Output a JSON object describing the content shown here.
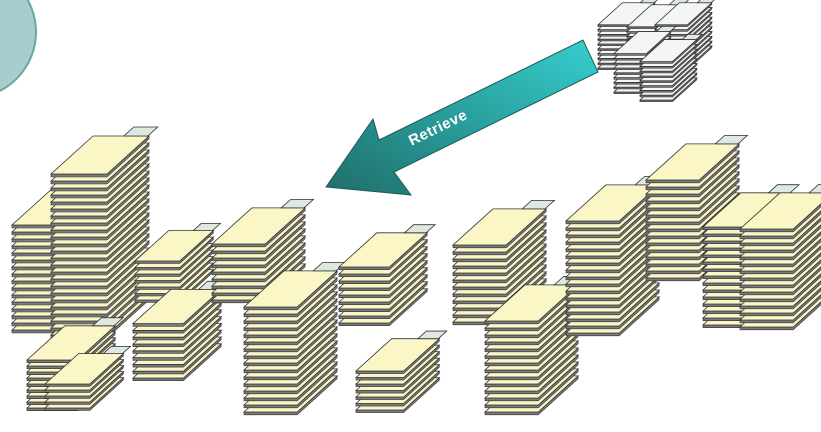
{
  "diagram": {
    "arrow": {
      "label": "Retrieve"
    },
    "colors": {
      "accent_circle": "#a9cccc",
      "accent_circle_border": "#6fa5a5",
      "arrow_dark": "#1f6e6a",
      "arrow_light": "#35cfcf",
      "doc_tan": "#fbf6c6",
      "doc_white": "#f4f6f4",
      "doc_line": "#333333",
      "tab": "#dce8e0"
    },
    "document_stacks": [
      {
        "id": 1,
        "tint": "tan",
        "pages": 16
      },
      {
        "id": 2,
        "tint": "tan",
        "pages": 24
      },
      {
        "id": 3,
        "tint": "tan",
        "pages": 7
      },
      {
        "id": 4,
        "tint": "tan",
        "pages": 9
      },
      {
        "id": 5,
        "tint": "tan",
        "pages": 9
      },
      {
        "id": 6,
        "tint": "tan",
        "pages": 9
      },
      {
        "id": 7,
        "tint": "tan",
        "pages": 16
      },
      {
        "id": 8,
        "tint": "tan",
        "pages": 9
      },
      {
        "id": 9,
        "tint": "tan",
        "pages": 7
      },
      {
        "id": 10,
        "tint": "tan",
        "pages": 12
      },
      {
        "id": 11,
        "tint": "tan",
        "pages": 14
      },
      {
        "id": 12,
        "tint": "tan",
        "pages": 17
      },
      {
        "id": 13,
        "tint": "tan",
        "pages": 15
      },
      {
        "id": 14,
        "tint": "tan",
        "pages": 15
      },
      {
        "id": 15,
        "tint": "tan",
        "pages": 15
      },
      {
        "id": 16,
        "tint": "tan",
        "pages": 5
      },
      {
        "id": 17,
        "tint": "white",
        "pages": 10
      },
      {
        "id": 18,
        "tint": "white",
        "pages": 10
      },
      {
        "id": 19,
        "tint": "white",
        "pages": 10
      },
      {
        "id": 20,
        "tint": "white",
        "pages": 9
      },
      {
        "id": 21,
        "tint": "white",
        "pages": 9
      }
    ]
  }
}
